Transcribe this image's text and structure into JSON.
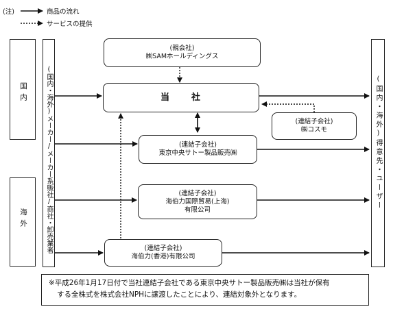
{
  "legend": {
    "prefix": "(注)",
    "goods_flow": "商品の流れ",
    "service": "サービスの提供"
  },
  "regions": {
    "domestic": "国内",
    "overseas": "海外"
  },
  "suppliers": {
    "label": "(国内・海外)メーカー/メーカー系販社/商社・卸売業者"
  },
  "customers": {
    "label": "(国内・海外)得意先・ユーザー"
  },
  "boxes": {
    "parent": {
      "tag": "(親会社)",
      "name": "㈱SAMホールディングス"
    },
    "company": {
      "name": "当　　社"
    },
    "cosmo": {
      "tag": "(連結子会社)",
      "name": "㈱コスモ"
    },
    "tokyo": {
      "tag": "(連結子会社)",
      "name": "東京中央サトー製品販売㈱"
    },
    "shanghai": {
      "tag": "(連結子会社)",
      "name": "海伯力国際貿易(上海)",
      "name2": "有限公司"
    },
    "hongkong": {
      "tag": "(連結子会社)",
      "name": "海伯力(香港)有限公司"
    }
  },
  "footnote": {
    "line1": "※平成26年1月17日付で当社連結子会社である東京中央サトー製品販売㈱は当社が保有",
    "line2": "する全株式を株式会社NPHに譲渡したことにより、連結対象外となります。"
  }
}
